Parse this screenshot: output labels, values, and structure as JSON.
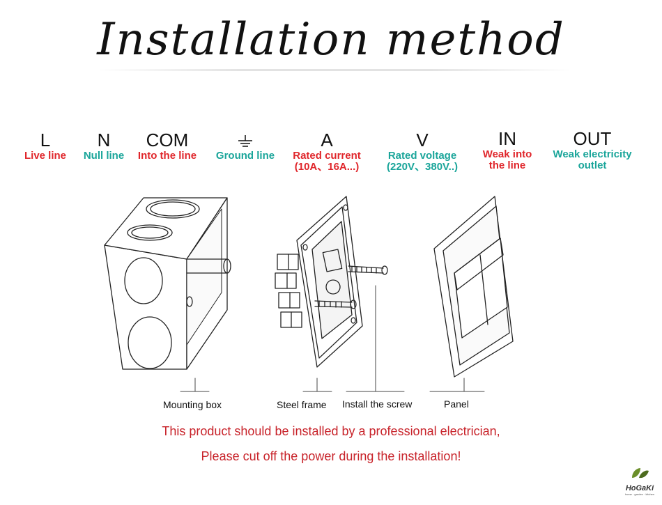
{
  "title": "Installation method",
  "legend": [
    {
      "symbol": "L",
      "label": "Live line",
      "color": "#e0262b"
    },
    {
      "symbol": "N",
      "label": "Null line",
      "color": "#1aa59a"
    },
    {
      "symbol": "COM",
      "label": "Into the line",
      "color": "#e0262b"
    },
    {
      "symbol": "ground-icon",
      "label": "Ground line",
      "color": "#1aa59a"
    },
    {
      "symbol": "A",
      "label": "Rated current",
      "label2": "(10A、16A...)",
      "color": "#e0262b"
    },
    {
      "symbol": "V",
      "label": "Rated voltage",
      "label2": "(220V、380V..)",
      "color": "#1aa59a"
    },
    {
      "symbol": "IN",
      "label": "Weak into",
      "label2": "the line",
      "color": "#e0262b"
    },
    {
      "symbol": "OUT",
      "label": "Weak electricity",
      "label2": "outlet",
      "color": "#1aa59a"
    }
  ],
  "parts": {
    "mounting_box": "Mounting box",
    "steel_frame": "Steel frame",
    "screw": "Install the screw",
    "panel": "Panel"
  },
  "warning": {
    "line1": "This product should be installed by a professional electrician,",
    "line2": "Please cut off the power during the installation!"
  },
  "logo": {
    "name": "HoGaKi",
    "tagline": "home · garden · kitchen"
  }
}
